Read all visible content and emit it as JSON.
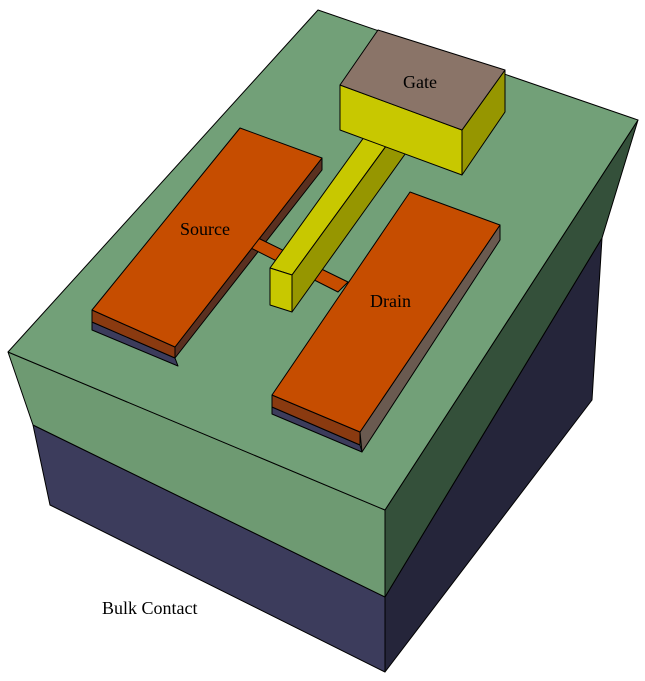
{
  "labels": {
    "gate": "Gate",
    "source": "Source",
    "drain": "Drain",
    "bulk": "Bulk Contact"
  },
  "colors": {
    "oxide_top": "#72a078",
    "oxide_side": "#6e9a72",
    "oxide_right": "#34503a",
    "bulk_side": "#3c3c5c",
    "bulk_right": "#25253a",
    "metal": "#c64d00",
    "metal_edge": "#8a3a10",
    "gate_pad": "#8a7468",
    "poly": "#c8c800",
    "poly_dark": "#969600"
  }
}
